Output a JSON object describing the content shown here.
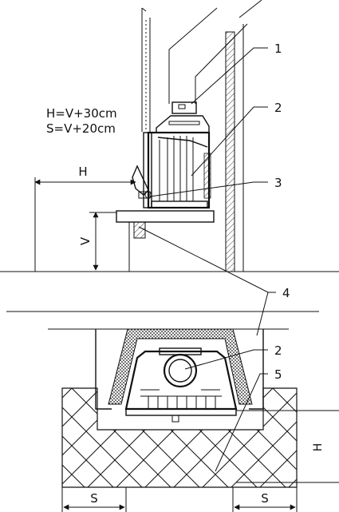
{
  "formulas": {
    "h_formula": "H=V+30cm",
    "s_formula": "S=V+20cm"
  },
  "callouts": {
    "c1": "1",
    "c2": "2",
    "c3": "3",
    "c4": "4",
    "c2b": "2",
    "c5": "5"
  },
  "dimensions": {
    "h_side": "H",
    "v_side": "V",
    "h_plan": "H",
    "s_left": "S",
    "s_right": "S"
  },
  "colors": {
    "line": "#111111",
    "background": "#ffffff"
  }
}
